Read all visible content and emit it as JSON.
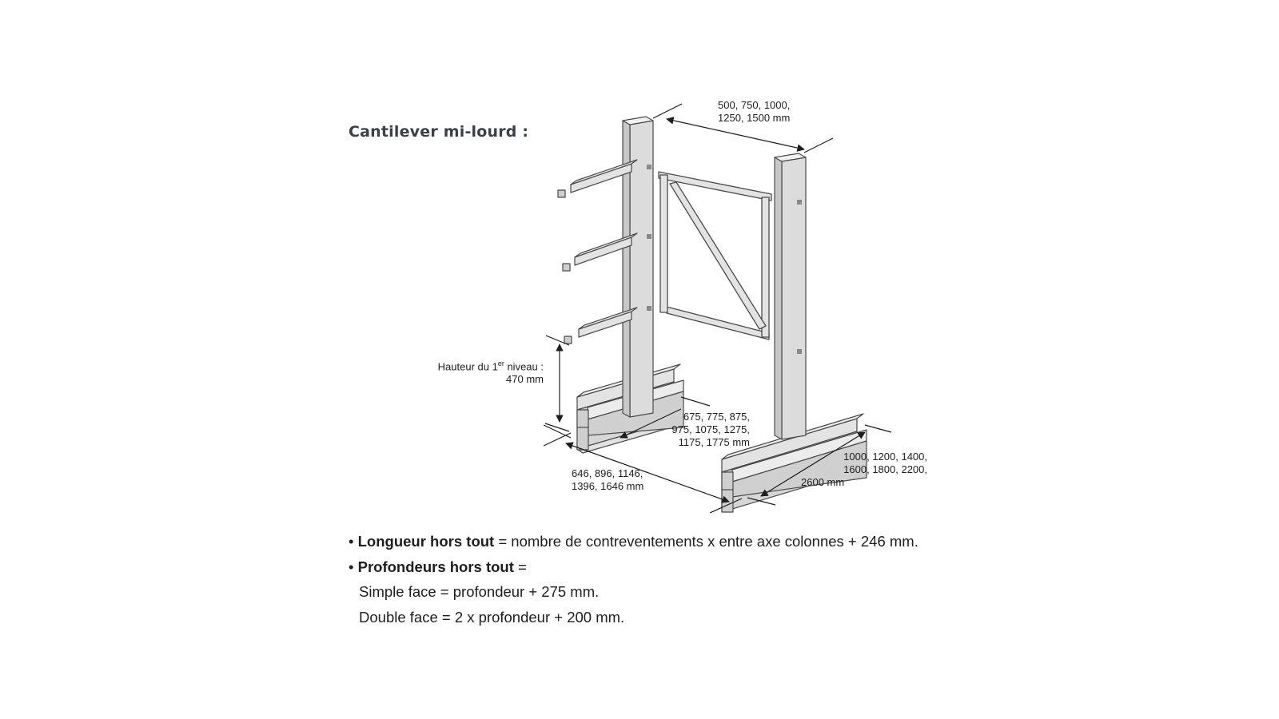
{
  "title": "Cantilever mi-lourd :",
  "dimensions": {
    "entraxe": [
      "500, 750, 1000,",
      "1250, 1500 mm"
    ],
    "bras": [
      "675, 775, 875,",
      "975, 1075, 1275,",
      "1175, 1775 mm"
    ],
    "base_length": [
      "646, 896, 1146,",
      "1396, 1646 mm"
    ],
    "column_height": [
      "1000, 1200, 1400,",
      "1600, 1800, 2200,",
      "2600 mm"
    ],
    "first_level": {
      "prefix": "Hauteur du 1",
      "sup": "er",
      "suffix": " niveau :",
      "value": "470 mm"
    }
  },
  "bullets": {
    "b1_bold": "Longueur hors tout",
    "b1_rest": " = nombre de contreventements x entre axe colonnes + 246 mm.",
    "b2_bold": "Profondeurs hors tout",
    "b2_rest": " =",
    "l3": "Simple face = profondeur + 275 mm.",
    "l4": "Double face = 2 x profondeur + 200 mm."
  },
  "colors": {
    "steel": "#e3e3e3",
    "line": "#4a4a4a",
    "title": "#3a4048"
  }
}
